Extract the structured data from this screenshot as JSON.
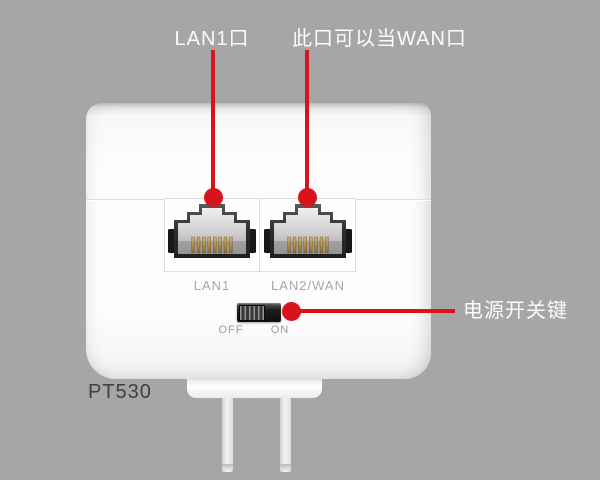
{
  "scene": {
    "background_color": "#a6a6a6",
    "annotation_red": "#d8131b"
  },
  "callouts": {
    "lan1_label": "LAN1口",
    "wan_label": "此口可以当WAN口",
    "power_label": "电源开关键"
  },
  "device": {
    "model_label": "PT530",
    "ports": [
      {
        "label": "LAN1"
      },
      {
        "label": "LAN2/WAN"
      }
    ],
    "switch": {
      "off_label": "OFF",
      "on_label": "ON"
    }
  }
}
